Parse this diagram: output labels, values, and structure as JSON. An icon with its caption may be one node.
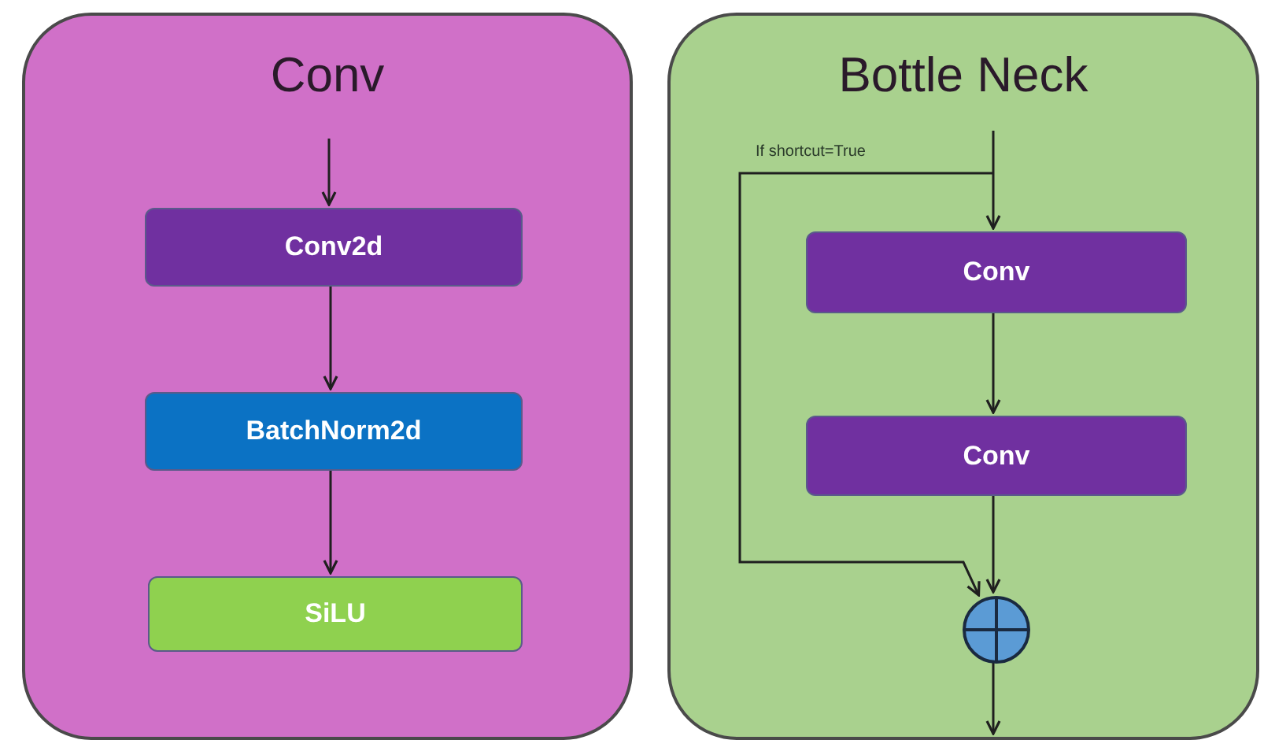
{
  "diagram": {
    "nodes": [
      {
        "text": [
          "Conv"
        ]
      },
      {
        "text": [
          "Conv2d"
        ],
        "in": 0
      },
      {
        "text": [
          "BatchNorm2d"
        ],
        "in": 0
      },
      {
        "text": [
          "SiLU"
        ],
        "in": 0
      },
      {
        "text": [
          "Bottle Neck"
        ]
      },
      {
        "text": [
          "Conv"
        ],
        "in": 4
      },
      {
        "text": [
          "Conv"
        ],
        "in": 4
      },
      {
        "text": [],
        "shape": "circle",
        "in": 4
      }
    ],
    "edges": [
      {
        "from": null,
        "to": 1,
        "arrow": "to"
      },
      {
        "from": 1,
        "to": 2,
        "arrow": "to"
      },
      {
        "from": 2,
        "to": 3,
        "arrow": "to"
      },
      {
        "from": null,
        "to": 5,
        "arrow": "to"
      },
      {
        "from": 5,
        "to": 6,
        "arrow": "to"
      },
      {
        "from": 6,
        "to": 7,
        "arrow": "to"
      },
      {
        "from": null,
        "to": 7,
        "arrow": "to",
        "label": "If shortcut=True"
      },
      {
        "from": 7,
        "to": null,
        "arrow": "to"
      }
    ]
  }
}
